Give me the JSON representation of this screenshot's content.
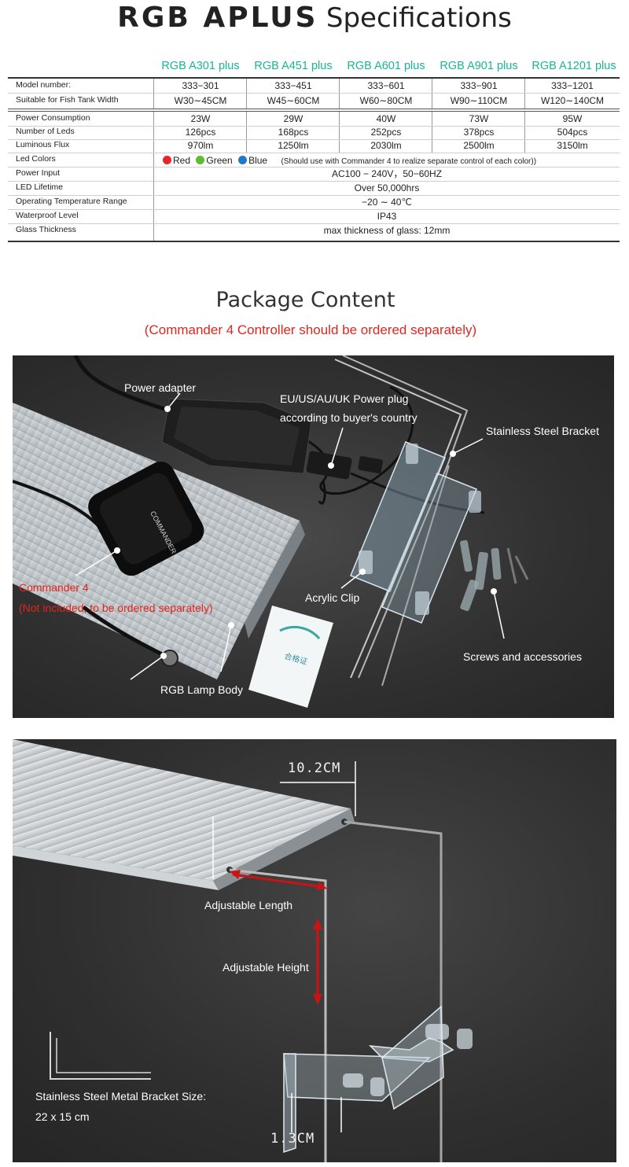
{
  "header": {
    "brand": "RGB APLUS",
    "subtitle": "Specifications"
  },
  "spec_table": {
    "models": [
      "RGB A301 plus",
      "RGB A451 plus",
      "RGB A601 plus",
      "RGB A901 plus",
      "RGB A1201 plus"
    ],
    "rows": [
      {
        "label": "Model number:",
        "values": [
          "333−301",
          "333−451",
          "333−601",
          "333−901",
          "333−1201"
        ]
      },
      {
        "label": "Suitable for Fish Tank Width",
        "values": [
          "W30∼45CM",
          "W45∼60CM",
          "W60∼80CM",
          "W90∼110CM",
          "W120∼140CM"
        ]
      },
      {
        "label": "Power Consumption",
        "values": [
          "23W",
          "29W",
          "40W",
          "73W",
          "95W"
        ]
      },
      {
        "label": "Number of Leds",
        "values": [
          "126pcs",
          "168pcs",
          "252pcs",
          "378pcs",
          "504pcs"
        ]
      },
      {
        "label": "Luminous Flux",
        "values": [
          "970lm",
          "1250lm",
          "2030lm",
          "2500lm",
          "3150lm"
        ]
      }
    ],
    "led_colors": {
      "label": "Led Colors",
      "colors": [
        {
          "name": "Red",
          "hex": "#e8262a"
        },
        {
          "name": "Green",
          "hex": "#5cbf2a"
        },
        {
          "name": "Blue",
          "hex": "#1f78c8"
        }
      ],
      "note": "(Should use with Commander 4 to realize separate control of each color))"
    },
    "shared_rows": [
      {
        "label": "Power Input",
        "value": "AC100 − 240V，50−60HZ"
      },
      {
        "label": "LED Lifetime",
        "value": "Over 50,000hrs"
      },
      {
        "label": "Operating Temperature Range",
        "value": "−20 ∼ 40℃"
      },
      {
        "label": "Waterproof Level",
        "value": "IP43"
      },
      {
        "label": "Glass Thickness",
        "value": "max thickness of glass: 12mm"
      }
    ]
  },
  "package": {
    "title": "Package Content",
    "note": "(Commander 4 Controller should be ordered separately)",
    "labels": {
      "power_adapter": "Power adapter",
      "power_plug_1": "EU/US/AU/UK Power plug",
      "power_plug_2": "according to buyer's country",
      "bracket": "Stainless Steel Bracket",
      "commander_1": "Commander 4",
      "commander_2": "(Not included, to be ordered separately)",
      "acrylic_clip": "Acrylic Clip",
      "screws": "Screws and accessories",
      "lamp_body": "RGB Lamp Body"
    },
    "printed_on_items": {
      "controller": "COMMANDER 4",
      "card": "合格证"
    }
  },
  "dimensions": {
    "width_label": "10.2CM",
    "adjustable_length": "Adjustable Length",
    "adjustable_height": "Adjustable Height",
    "bracket_size_1": "Stainless Steel Metal Bracket Size:",
    "bracket_size_2": "22 x 15 cm",
    "clip_label": "1.3CM"
  },
  "colors": {
    "accent_teal": "#1ab39b",
    "note_red": "#e0261d",
    "photo_bg": "#2e2e2e"
  }
}
